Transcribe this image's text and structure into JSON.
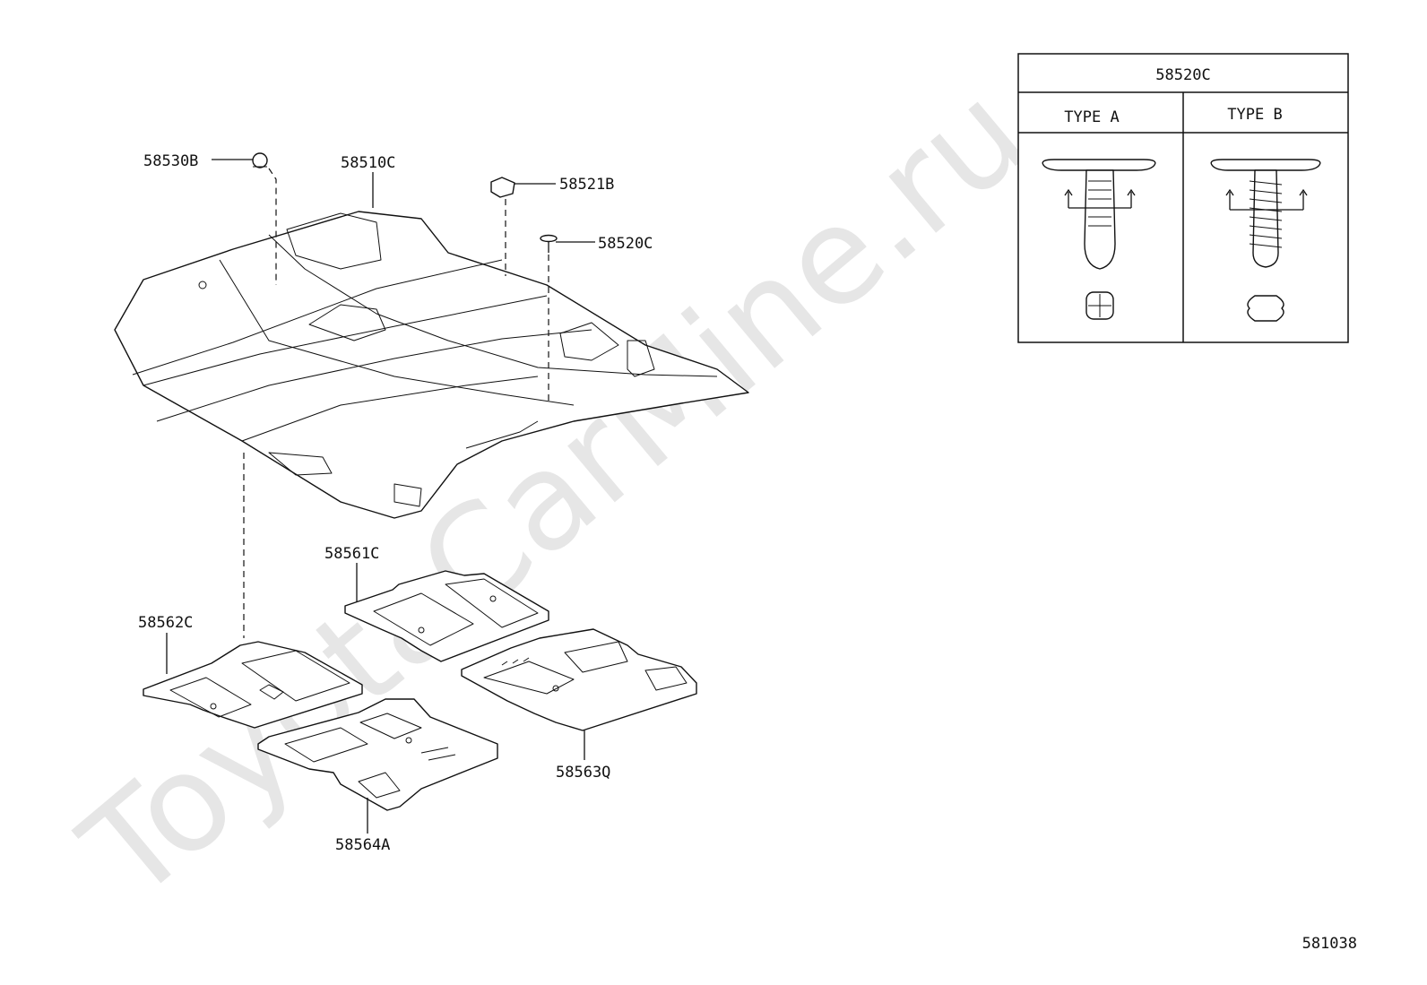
{
  "watermark": "ToyotaCarMine.ru",
  "figure_code": "581038",
  "callouts": {
    "c58530B": "58530B",
    "c58510C": "58510C",
    "c58521B": "58521B",
    "c58520C": "58520C",
    "c58561C": "58561C",
    "c58562C": "58562C",
    "c58563Q": "58563Q",
    "c58564A": "58564A"
  },
  "inset": {
    "title": "58520C",
    "col_a": "TYPE A",
    "col_b": "TYPE B"
  }
}
